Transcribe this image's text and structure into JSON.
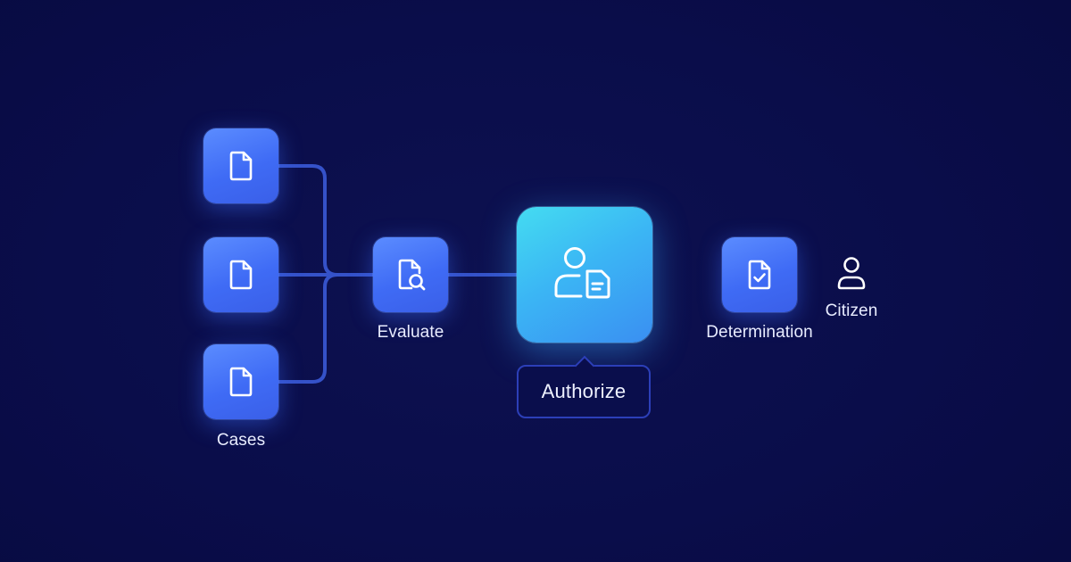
{
  "diagram": {
    "labels": {
      "cases": "Cases",
      "evaluate": "Evaluate",
      "authorize": "Authorize",
      "determination": "Determination",
      "citizen": "Citizen"
    },
    "icons": {
      "case_nodes": [
        "document-icon",
        "document-icon",
        "document-icon"
      ],
      "evaluate": "document-search-icon",
      "authorize": "user-document-icon",
      "determination": "document-check-icon",
      "citizen": "person-icon"
    },
    "colors": {
      "background": "#0a0d4a",
      "node_blue": "#4f7dfb",
      "node_cyan": "#41d0f2",
      "connector": "#3a5ad6",
      "callout_border": "#2c3fb8",
      "text": "#e8ecff"
    }
  }
}
